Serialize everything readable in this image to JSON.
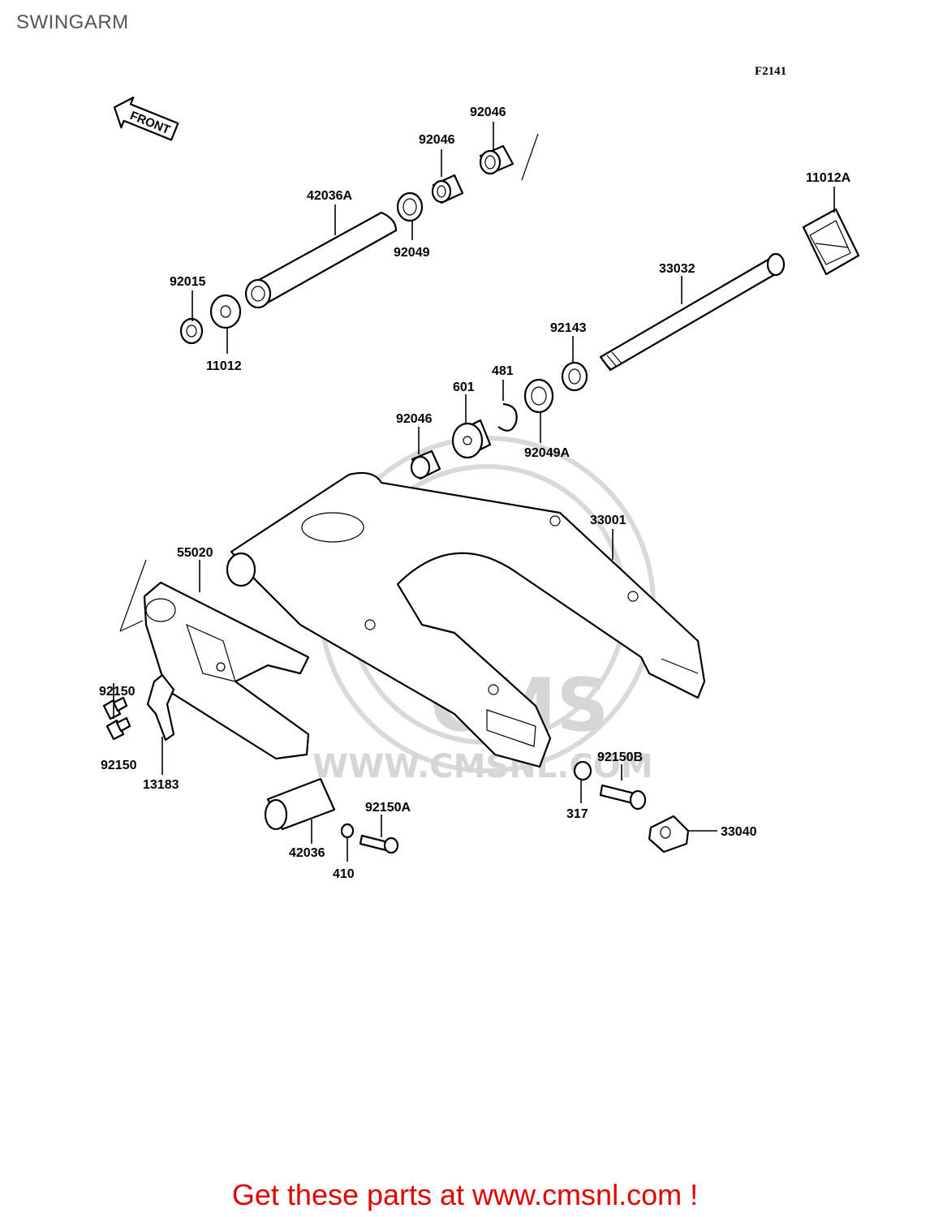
{
  "page": {
    "title": "SWINGARM"
  },
  "diagram": {
    "code": "F2141",
    "front_label": "FRONT",
    "watermark_text": "CMS",
    "watermark_url": "WWW.CMSNL.COM",
    "parts": {
      "p92046_a": "92046",
      "p92046_b": "92046",
      "p92046_c": "92046",
      "p42036A": "42036A",
      "p92049": "92049",
      "p11012A": "11012A",
      "p92015": "92015",
      "p11012": "11012",
      "p33032": "33032",
      "p92143": "92143",
      "p481": "481",
      "p601": "601",
      "p92049A": "92049A",
      "p33001": "33001",
      "p55020": "55020",
      "p92150_a": "92150",
      "p92150_b": "92150",
      "p13183": "13183",
      "p92150B": "92150B",
      "p317": "317",
      "p33040": "33040",
      "p92150A": "92150A",
      "p42036": "42036",
      "p410": "410"
    }
  },
  "footer": {
    "cta": "Get these parts at www.cmsnl.com !"
  },
  "colors": {
    "cta": "#e00000",
    "title": "#555555",
    "watermark": "#d9d9d9"
  }
}
